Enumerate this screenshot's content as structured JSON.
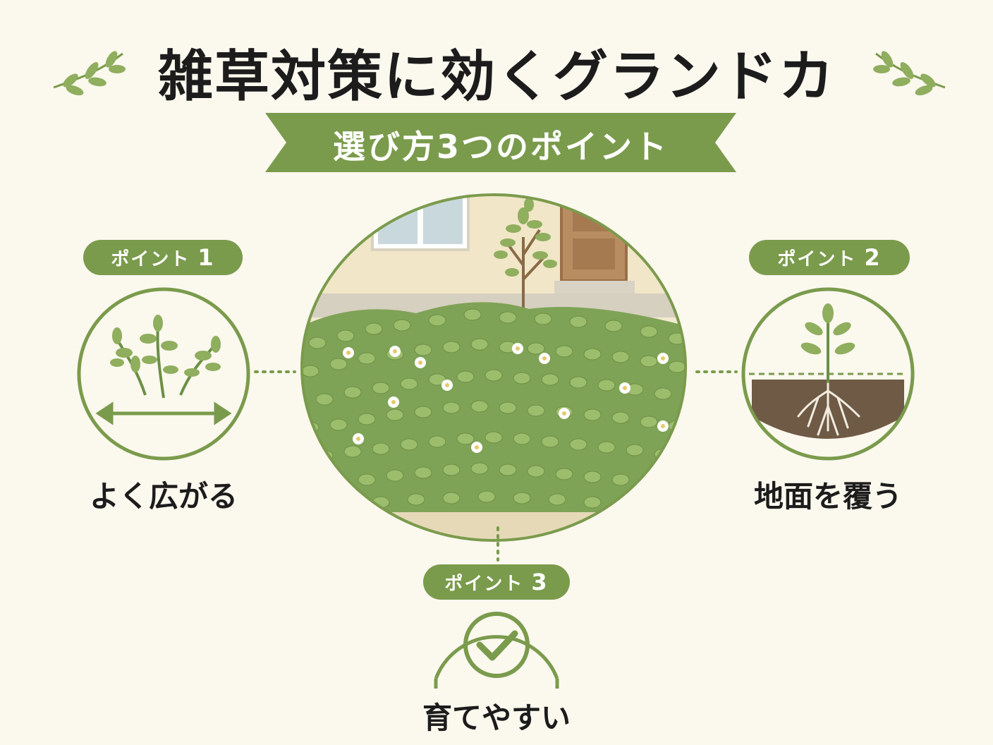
{
  "title": "雑草対策に効くグランドカ",
  "subtitle": "選び方3つのポイント",
  "colors": {
    "accent": "#7a9b4c",
    "background": "#fbf8ee",
    "text": "#1c1c1c"
  },
  "points": [
    {
      "label": "ポイント",
      "number": "1",
      "caption": "よく広がる",
      "icon": "spreading-plants-icon"
    },
    {
      "label": "ポイント",
      "number": "2",
      "caption": "地面を覆う",
      "icon": "roots-in-soil-icon"
    },
    {
      "label": "ポイント",
      "number": "3",
      "caption": "育てやすい",
      "icon": "checkmark-icon"
    }
  ]
}
